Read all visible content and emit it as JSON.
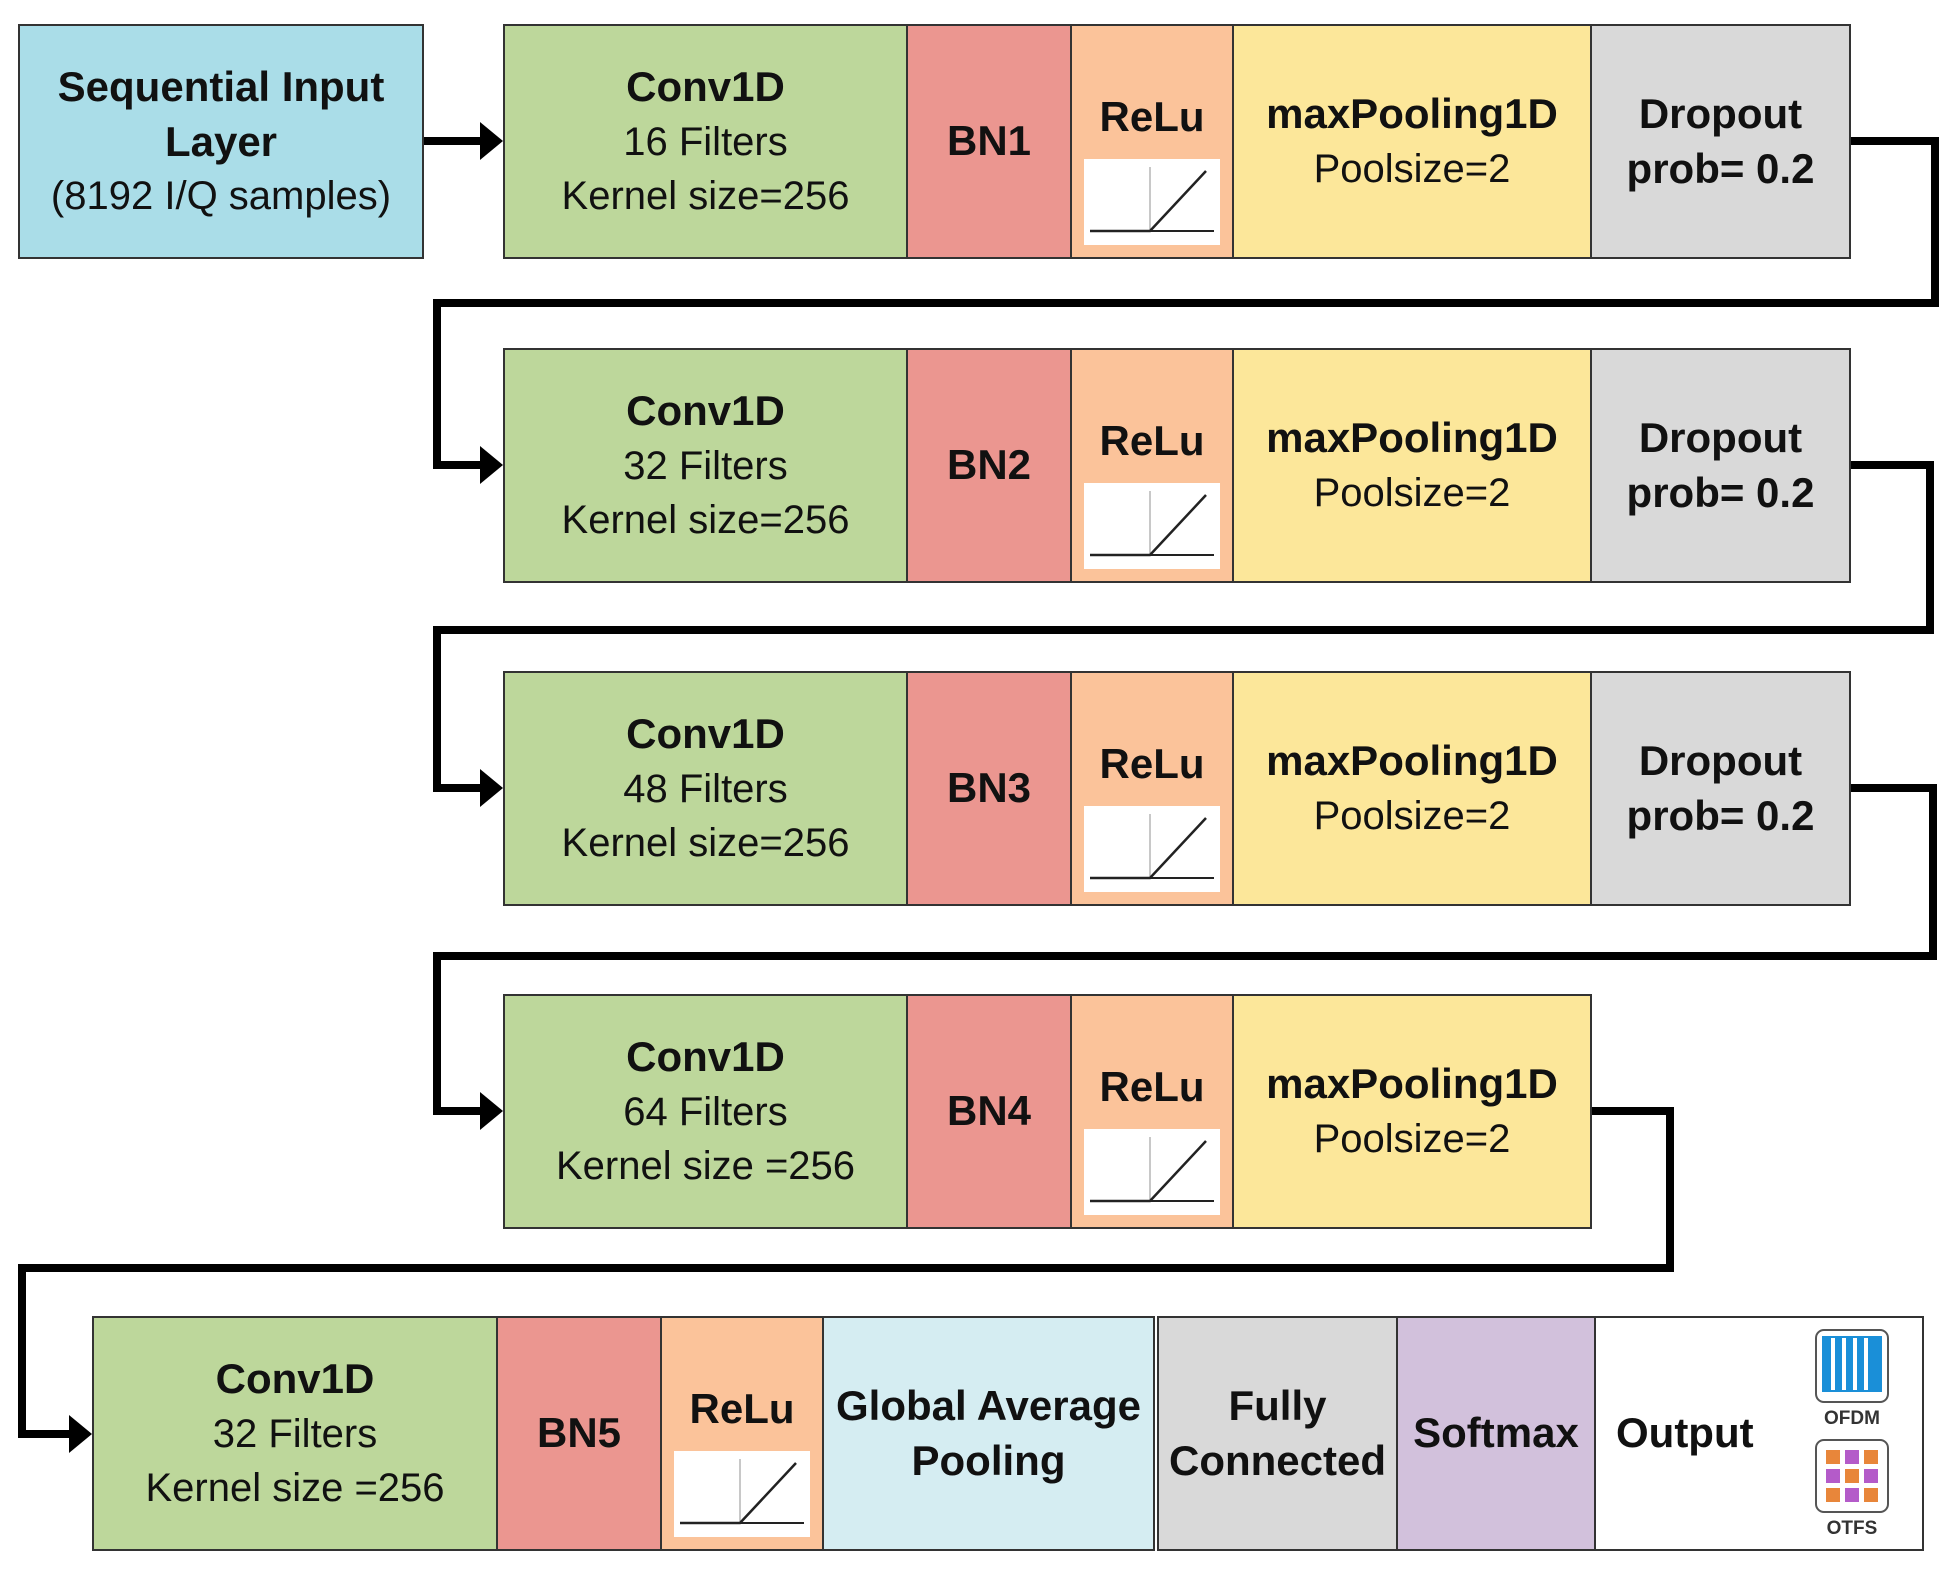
{
  "input": {
    "line1": "Sequential Input",
    "line2": "Layer",
    "line3": "(8192 I/Q samples)"
  },
  "rows": [
    {
      "conv_title": "Conv1D",
      "conv_filters": "16 Filters",
      "conv_kernel": "Kernel size=256",
      "bn": "BN1",
      "relu": "ReLu",
      "pool_title": "maxPooling1D",
      "pool_size": "Poolsize=2",
      "drop_title": "Dropout",
      "drop_prob": "prob= 0.2"
    },
    {
      "conv_title": "Conv1D",
      "conv_filters": "32 Filters",
      "conv_kernel": "Kernel size=256",
      "bn": "BN2",
      "relu": "ReLu",
      "pool_title": "maxPooling1D",
      "pool_size": "Poolsize=2",
      "drop_title": "Dropout",
      "drop_prob": "prob= 0.2"
    },
    {
      "conv_title": "Conv1D",
      "conv_filters": "48 Filters",
      "conv_kernel": "Kernel size=256",
      "bn": "BN3",
      "relu": "ReLu",
      "pool_title": "maxPooling1D",
      "pool_size": "Poolsize=2",
      "drop_title": "Dropout",
      "drop_prob": "prob= 0.2"
    },
    {
      "conv_title": "Conv1D",
      "conv_filters": "64 Filters",
      "conv_kernel": "Kernel size =256",
      "bn": "BN4",
      "relu": "ReLu",
      "pool_title": "maxPooling1D",
      "pool_size": "Poolsize=2"
    }
  ],
  "final_row": {
    "conv_title": "Conv1D",
    "conv_filters": "32 Filters",
    "conv_kernel": "Kernel size =256",
    "bn": "BN5",
    "relu": "ReLu",
    "gap_line1": "Global Average",
    "gap_line2": "Pooling",
    "fc_line1": "Fully",
    "fc_line2": "Connected",
    "softmax": "Softmax",
    "output": "Output",
    "output_classes": [
      "OFDM",
      "OTFS"
    ]
  },
  "colors": {
    "input": "#aadde8",
    "conv": "#bdd79b",
    "bn": "#eb9690",
    "relu": "#fbc39a",
    "pool": "#fce79a",
    "dropout": "#d9d9d9",
    "gap": "#d5edf2",
    "softmax": "#d2c1dc",
    "ofdm_icon": "#1a8fd8",
    "otfs_icon_cells": [
      "#e8863a",
      "#b45bc9",
      "#e8863a",
      "#b45bc9",
      "#e8863a",
      "#b45bc9",
      "#e8863a",
      "#b45bc9",
      "#e8863a"
    ]
  },
  "icons": [
    "relu-plot-icon",
    "ofdm-icon",
    "otfs-icon",
    "arrow-connector"
  ]
}
